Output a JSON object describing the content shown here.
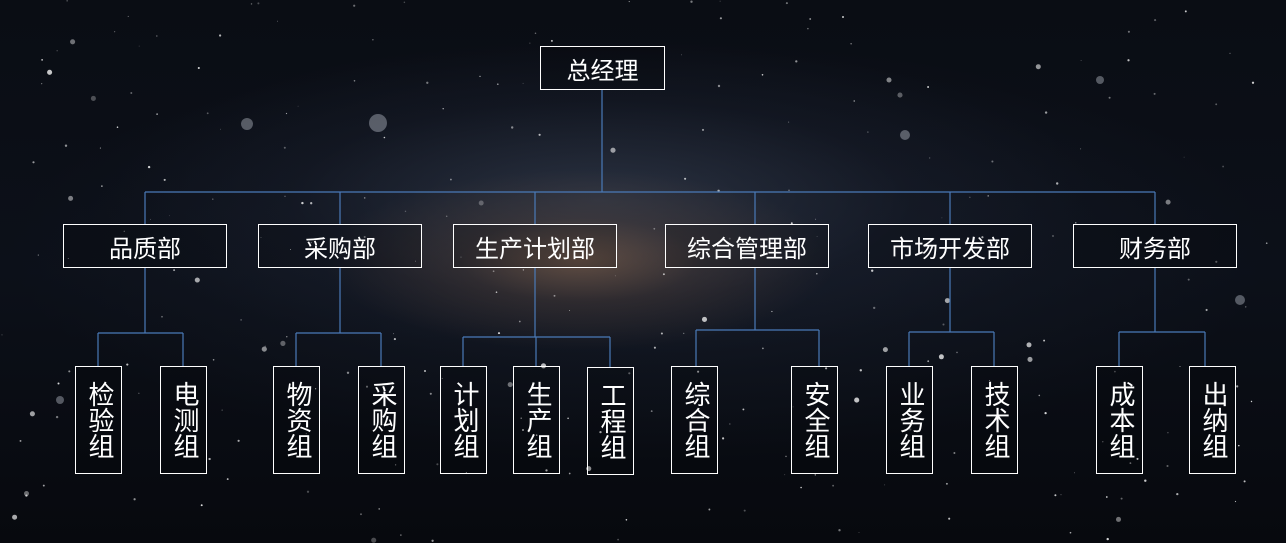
{
  "root": "总经理",
  "departments": [
    {
      "name": "品质部",
      "groups": [
        "检验组",
        "电测组"
      ]
    },
    {
      "name": "采购部",
      "groups": [
        "物资组",
        "采购组"
      ]
    },
    {
      "name": "生产计划部",
      "groups": [
        "计划组",
        "生产组",
        "工程组"
      ]
    },
    {
      "name": "综合管理部",
      "groups": [
        "综合组",
        "安全组"
      ]
    },
    {
      "name": "市场开发部",
      "groups": [
        "业务组",
        "技术组"
      ]
    },
    {
      "name": "财务部",
      "groups": [
        "成本组",
        "出纳组"
      ]
    }
  ],
  "colors": {
    "line": "#4a7ab8",
    "box_border": "#ffffff",
    "text": "#ffffff"
  }
}
